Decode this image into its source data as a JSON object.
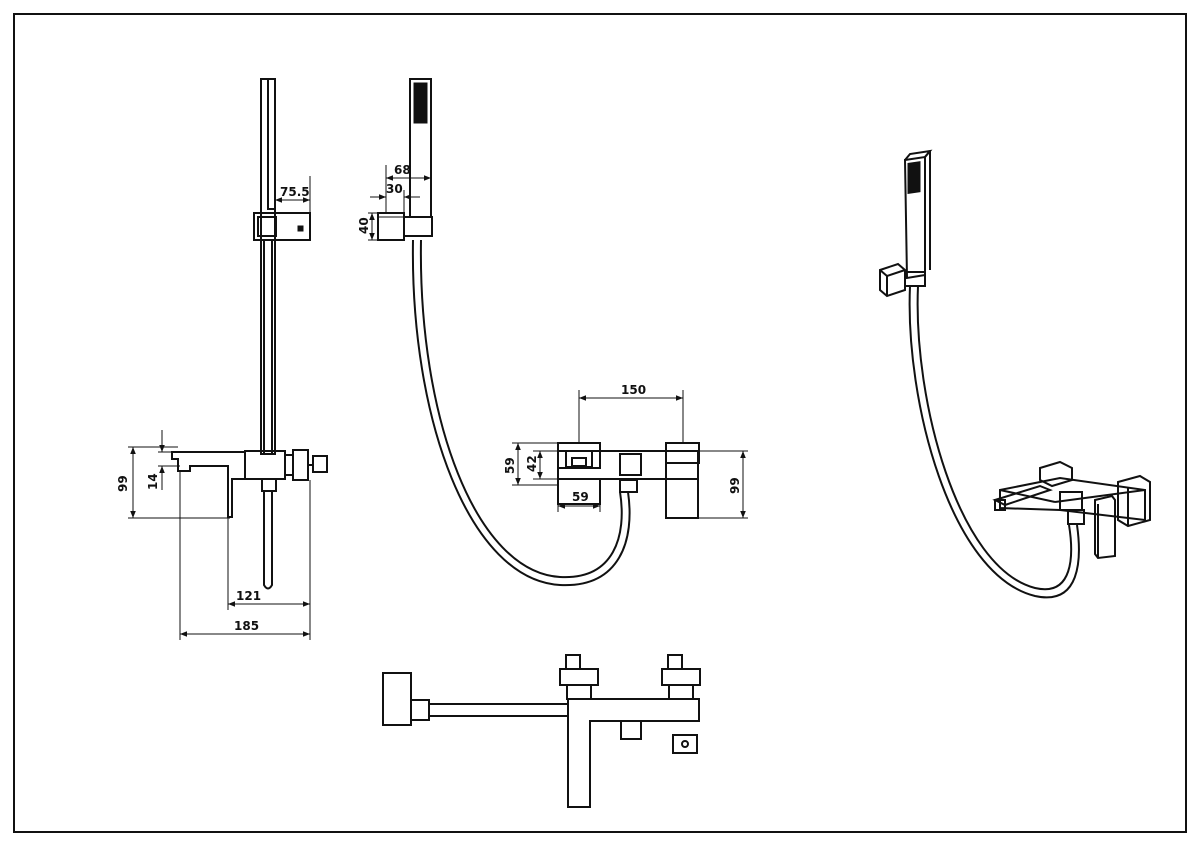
{
  "drawing": {
    "views": [
      "side-view",
      "front-view",
      "perspective-view",
      "top-view"
    ],
    "dimensions": {
      "bracket_width": "75.5",
      "holder_width": "68",
      "holder_offset": "30",
      "holder_height": "40",
      "total_height_left": "99",
      "spout_height": "14",
      "spout_depth": "121",
      "total_depth": "185",
      "center_distance": "150",
      "body_height": "59",
      "handle_height": "42",
      "body_width": "59",
      "total_height_right": "99"
    }
  }
}
